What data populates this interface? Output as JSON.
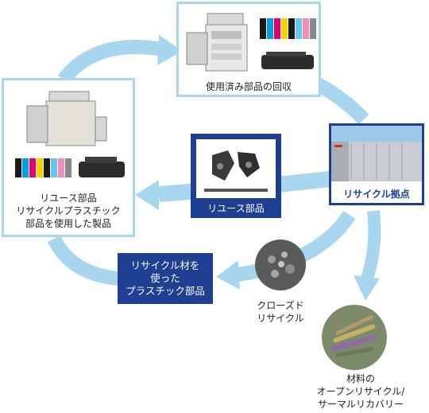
{
  "labels": {
    "collection": "使用済み部品の回収",
    "recycle_site": "リサイクル拠点",
    "reuse_parts": "リユース部品",
    "products": "リユース部品\nリサイクルプラスチック\n部品を使用した製品",
    "recycled_material": "リサイクル材を\n使った\nプラスチック部品",
    "closed_loop": "クローズド\nリサイクル",
    "open_loop": "材料の\nオープンリサイクル/\nサーマルリカバリー"
  },
  "colors": {
    "arrow": "#a9d6ef",
    "navy": "#1f3f93",
    "frame": "#a9d6ef"
  }
}
